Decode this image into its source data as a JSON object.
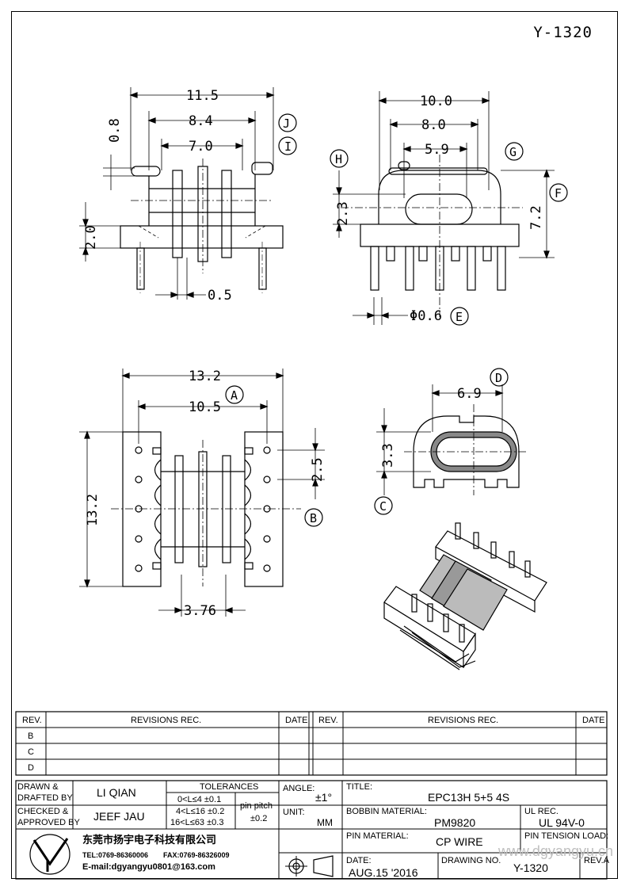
{
  "drawing_number": "Y-1320",
  "dimensions": {
    "side_view": {
      "overall_width": "11.5",
      "mid_width": "8.4",
      "inner_width": "7.0",
      "flange_thickness": "0.8",
      "base_height": "2.0",
      "pin_gap": "0.5",
      "label_j": "J",
      "label_i": "I"
    },
    "front_view": {
      "overall_width": "10.0",
      "mid_width": "8.0",
      "core_width": "5.9",
      "core_height": "2.3",
      "overall_height": "7.2",
      "pin_diameter": "Φ0.6",
      "label_h": "H",
      "label_g": "G",
      "label_f": "F",
      "label_e": "E"
    },
    "top_view": {
      "overall_width": "13.2",
      "pin_span": "10.5",
      "overall_length": "13.2",
      "pin_pitch": "2.5",
      "slot_width": "3.76",
      "label_a": "A",
      "label_b": "B"
    },
    "section_view": {
      "width": "6.9",
      "height": "3.3",
      "label_d": "D",
      "label_c": "C"
    }
  },
  "revision_table": {
    "headers": [
      "REV.",
      "REVISIONS   REC.",
      "DATE",
      "REV.",
      "REVISIONS   REC.",
      "DATE"
    ],
    "rows": [
      "B",
      "C",
      "D"
    ]
  },
  "title_block": {
    "drawn_label": "DRAWN &",
    "drafted_label": "DRAFTED BY",
    "drawn_by": "LI QIAN",
    "checked_label": "CHECKED &",
    "approved_label": "APPROVED BY",
    "checked_by": "JEEF JAU",
    "tolerances_label": "TOLERANCES",
    "tol_1": "0<L≤4   ±0.1",
    "tol_2": "4<L≤16  ±0.2",
    "tol_3": "16<L≤63  ±0.3",
    "pin_pitch_label": "pin pitch",
    "pin_pitch_tol": "±0.2",
    "angle_label": "ANGLE:",
    "angle_value": "±1°",
    "unit_label": "UNIT:",
    "unit_value": "MM",
    "title_label": "TITLE:",
    "title_value": "EPC13H 5+5 4S",
    "bobbin_material_label": "BOBBIN MATERIAL:",
    "bobbin_material": "PM9820",
    "ul_rec_label": "UL REC.",
    "ul_rec": "UL 94V-0",
    "pin_material_label": "PIN MATERIAL:",
    "pin_material": "CP WIRE",
    "pin_tension_label": "PIN TENSION LOAD:",
    "date_label": "DATE:",
    "date_value": "AUG.15 '2016",
    "drawing_no_label": "DRAWING NO.",
    "drawing_no": "Y-1320",
    "rev_label": "REV.A",
    "company_cn": "东莞市扬宇电子科技有限公司",
    "tel": "TEL:0769-86360006",
    "fax": "FAX:0769-86326009",
    "email": "E-mail:dgyangyu0801@163.com",
    "watermark": "www.dgyangyu.cn"
  }
}
